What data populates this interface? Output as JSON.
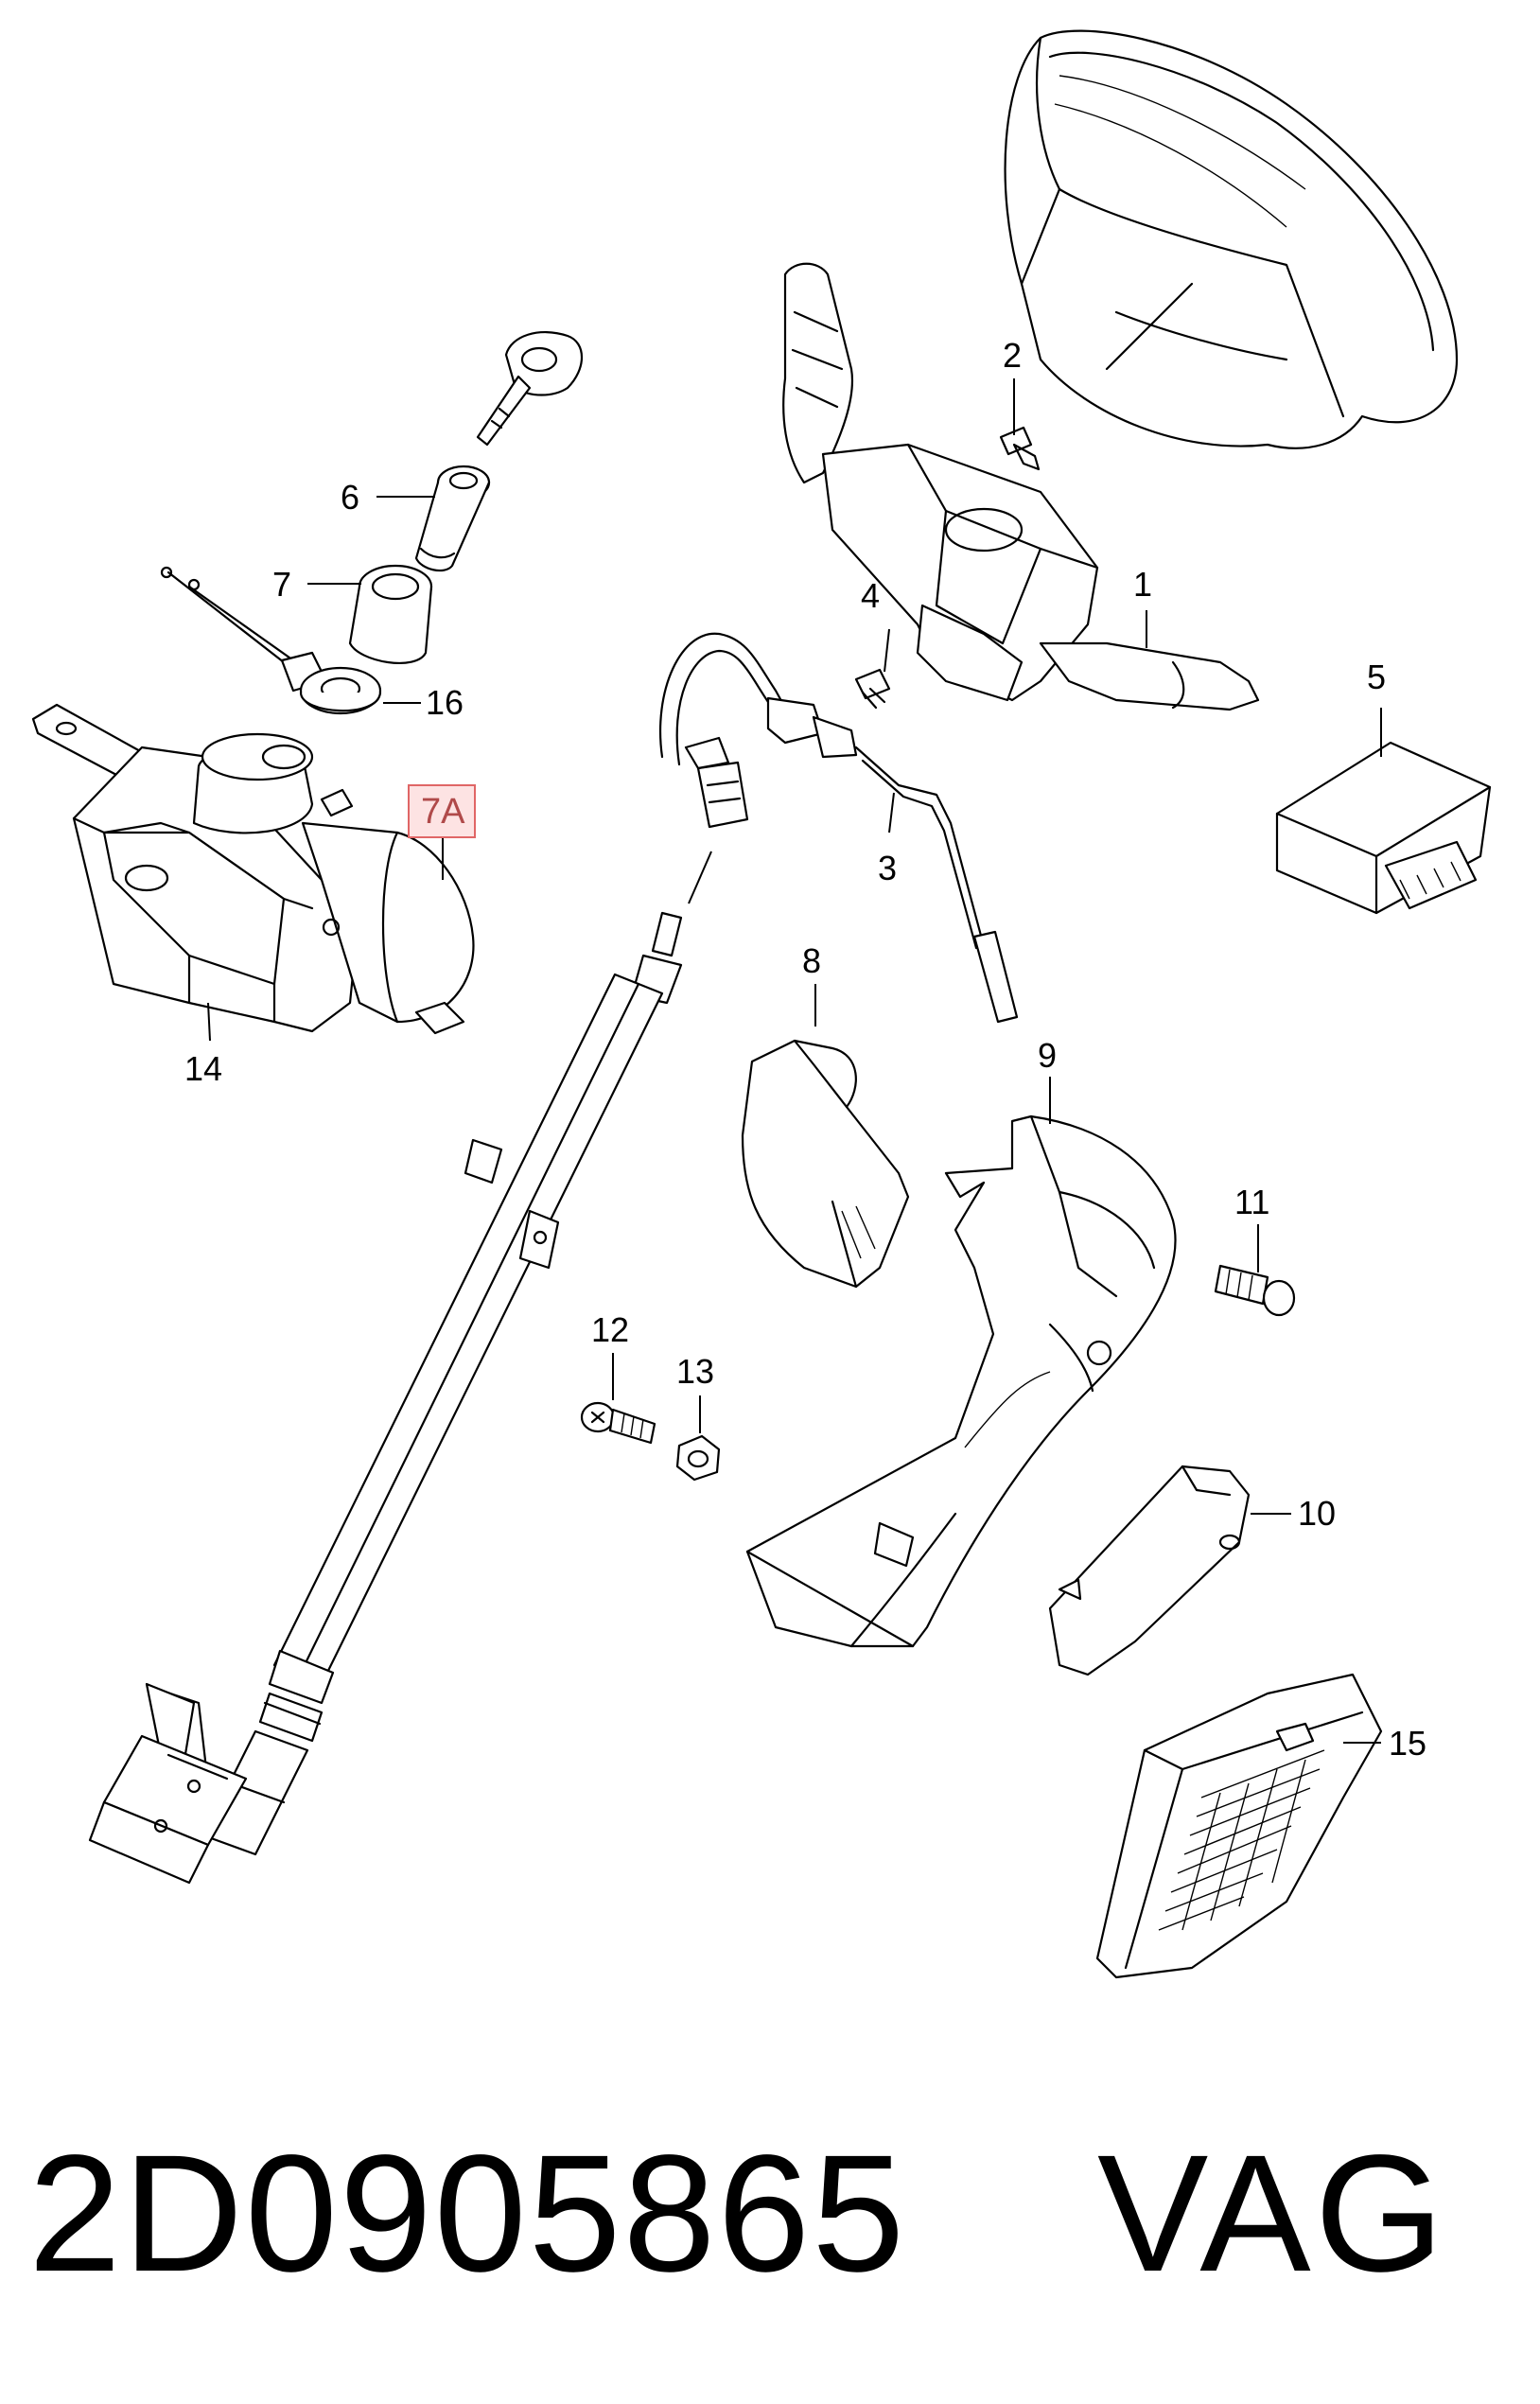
{
  "callouts": {
    "c1": "1",
    "c2": "2",
    "c3": "3",
    "c4": "4",
    "c5": "5",
    "c6": "6",
    "c7": "7",
    "c7a": "7A",
    "c8": "8",
    "c9": "9",
    "c10": "10",
    "c11": "11",
    "c12": "12",
    "c13": "13",
    "c14": "14",
    "c15": "15",
    "c16": "16"
  },
  "highlight": {
    "label": "7A",
    "border_color": "#e06666",
    "fill_color": "#fde3e3"
  },
  "footer": {
    "part_number": "2D0905865",
    "brand": "VAG"
  }
}
